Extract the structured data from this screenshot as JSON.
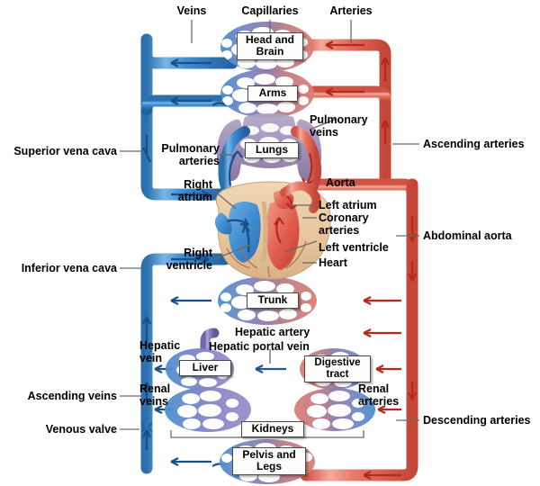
{
  "diagram": {
    "title": "Human circulatory system schematic",
    "colors": {
      "vein_blue": "#3f8ed2",
      "vein_blue_dark": "#1f5f9e",
      "artery_red": "#e8796a",
      "artery_red_dark": "#c8332a",
      "capillary_purple": "#8f7aa8",
      "portal_purple": "#8f86c4",
      "myocardium_tan": "#e9c8a1",
      "lung_purple": "#9f8fb8",
      "label_black": "#000000",
      "leader_gray": "#6a6a6a",
      "box_fill": "#fdfdfb"
    },
    "top_labels": [
      {
        "id": "veins",
        "text": "Veins"
      },
      {
        "id": "capillaries",
        "text": "Capillaries"
      },
      {
        "id": "arteries",
        "text": "Arteries"
      }
    ],
    "left_labels": [
      {
        "id": "superior-vena-cava",
        "text": "Superior vena cava"
      },
      {
        "id": "inferior-vena-cava",
        "text": "Inferior vena cava"
      },
      {
        "id": "ascending-veins",
        "text": "Ascending veins"
      },
      {
        "id": "venous-valve",
        "text": "Venous valve"
      }
    ],
    "right_labels": [
      {
        "id": "ascending-arteries",
        "text": "Ascending arteries"
      },
      {
        "id": "abdominal-aorta",
        "text": "Abdominal aorta"
      },
      {
        "id": "descending-arteries",
        "text": "Descending arteries"
      }
    ],
    "inner_labels": [
      {
        "id": "pulmonary-arteries",
        "text": "Pulmonary\narteries"
      },
      {
        "id": "pulmonary-veins",
        "text": "Pulmonary\nveins"
      },
      {
        "id": "right-atrium",
        "text": "Right\natrium"
      },
      {
        "id": "right-ventricle",
        "text": "Right\nventricle"
      },
      {
        "id": "left-atrium",
        "text": "Left atrium"
      },
      {
        "id": "coronary-arteries",
        "text": "Coronary\narteries"
      },
      {
        "id": "left-ventricle",
        "text": "Left ventricle"
      },
      {
        "id": "heart",
        "text": "Heart"
      },
      {
        "id": "aorta",
        "text": "Aorta"
      },
      {
        "id": "hepatic-artery",
        "text": "Hepatic artery"
      },
      {
        "id": "hepatic-portal-vein",
        "text": "Hepatic portal vein"
      },
      {
        "id": "hepatic-vein",
        "text": "Hepatic\nvein"
      },
      {
        "id": "renal-veins",
        "text": "Renal\nveins"
      },
      {
        "id": "renal-arteries",
        "text": "Renal\narteries"
      }
    ],
    "organ_boxes": [
      {
        "id": "head-and-brain",
        "text": "Head and\nBrain"
      },
      {
        "id": "arms",
        "text": "Arms"
      },
      {
        "id": "lungs",
        "text": "Lungs"
      },
      {
        "id": "trunk",
        "text": "Trunk"
      },
      {
        "id": "liver",
        "text": "Liver"
      },
      {
        "id": "digestive-tract",
        "text": "Digestive\ntract"
      },
      {
        "id": "kidneys",
        "text": "Kidneys"
      },
      {
        "id": "pelvis-and-legs",
        "text": "Pelvis and\nLegs"
      }
    ]
  }
}
